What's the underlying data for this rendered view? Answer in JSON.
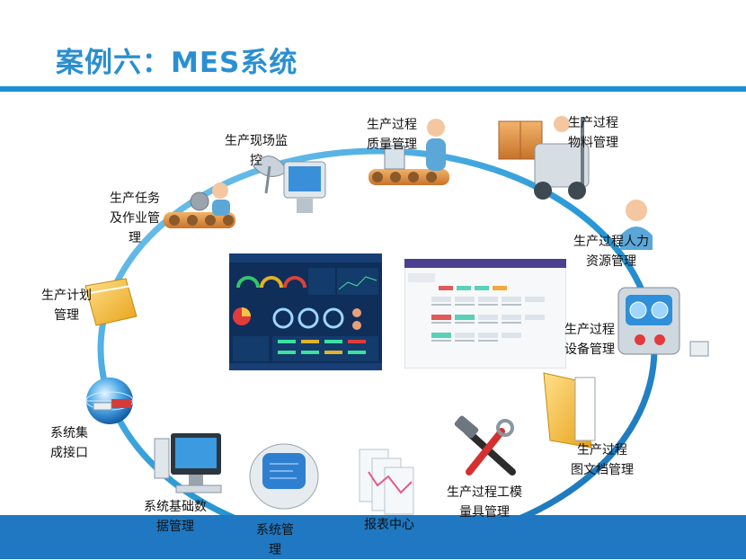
{
  "slide": {
    "title": "案例六：MES系统",
    "colors": {
      "title": "#2a8fd1",
      "accent_bar": "#1b8fd2",
      "bottom_bar": "#1f78c1",
      "ring": "#2a9ad8"
    }
  },
  "modules": [
    {
      "id": "field-monitoring",
      "lines": [
        "生产现场监",
        "控"
      ],
      "icon": "satellite-dish-monitor-icon"
    },
    {
      "id": "quality",
      "lines": [
        "生产过程",
        "质量管理"
      ],
      "icon": "conveyor-inspection-icon"
    },
    {
      "id": "material",
      "lines": [
        "生产过程",
        "物料管理"
      ],
      "icon": "forklift-icon"
    },
    {
      "id": "hr",
      "lines": [
        "生产过程人力",
        "资源管理"
      ],
      "icon": "worker-icon"
    },
    {
      "id": "equipment",
      "lines": [
        "生产过程",
        "设备管理"
      ],
      "icon": "control-panel-icon"
    },
    {
      "id": "documents",
      "lines": [
        "生产过程",
        "图文档管理"
      ],
      "icon": "folder-documents-icon"
    },
    {
      "id": "tooling",
      "lines": [
        "生产过程工模",
        "量具管理"
      ],
      "icon": "hammer-wrench-icon"
    },
    {
      "id": "reports",
      "lines": [
        "报表中心"
      ],
      "icon": "report-sheets-icon"
    },
    {
      "id": "system",
      "lines": [
        "系统管",
        "理"
      ],
      "icon": "monitor-screen-icon"
    },
    {
      "id": "basic-data",
      "lines": [
        "系统基础数",
        "据管理"
      ],
      "icon": "desktop-computer-icon"
    },
    {
      "id": "integration",
      "lines": [
        "系统集",
        "成接口"
      ],
      "icon": "globe-plug-icon"
    },
    {
      "id": "planning",
      "lines": [
        "生产计划",
        "管理"
      ],
      "icon": "folder-icon"
    },
    {
      "id": "tasks",
      "lines": [
        "生产任务",
        "及作业管",
        "理"
      ],
      "icon": "assembly-line-icon"
    }
  ]
}
